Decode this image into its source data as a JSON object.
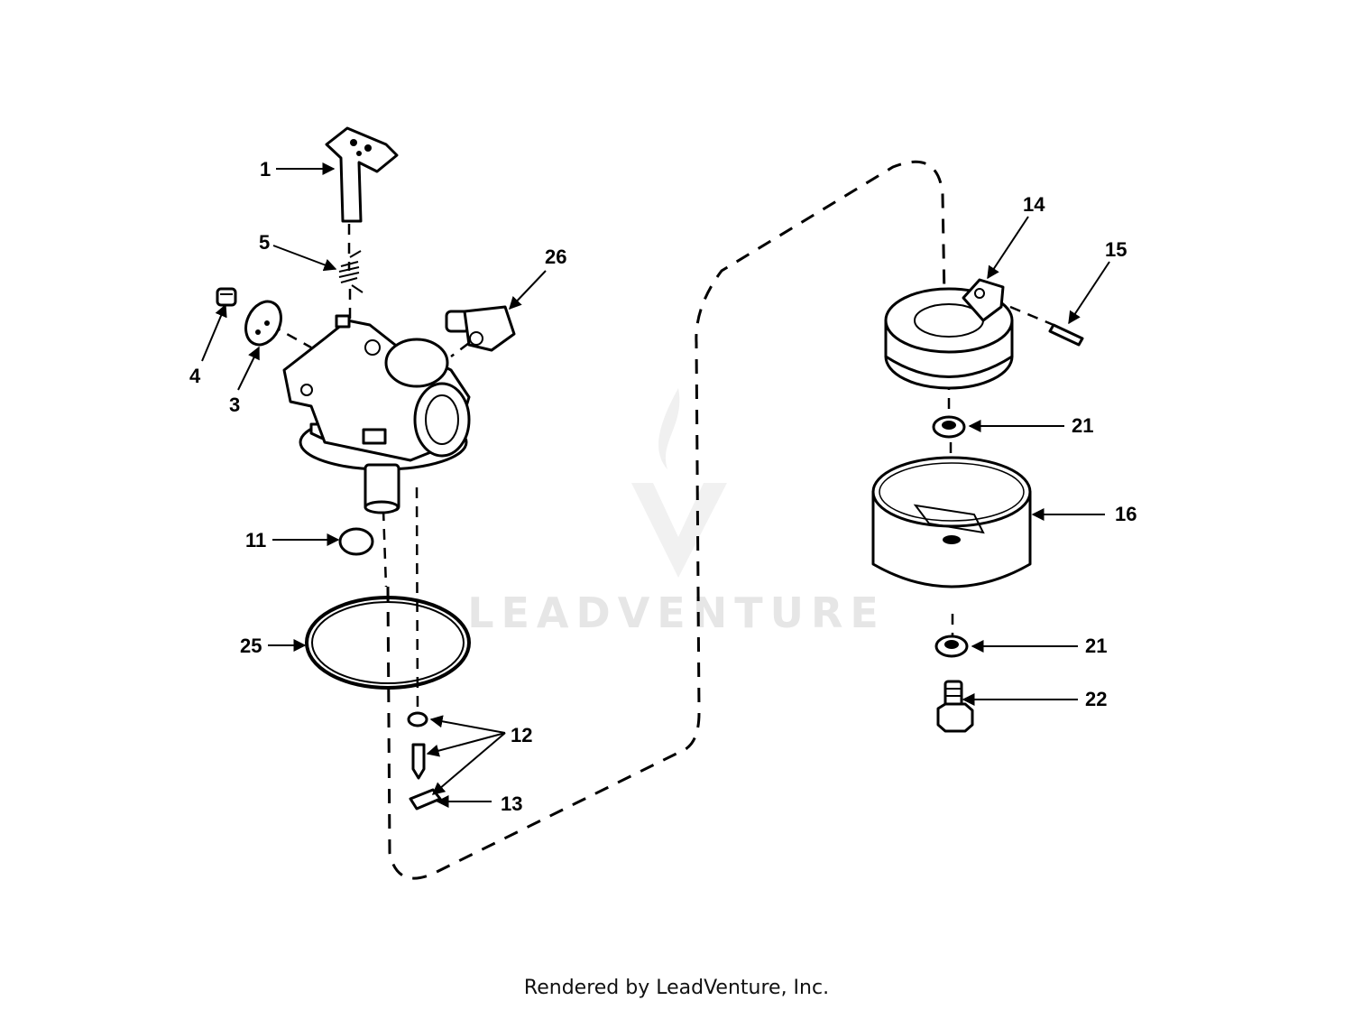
{
  "watermark": {
    "text": "LEADVENTURE"
  },
  "footer": {
    "text": "Rendered by LeadVenture, Inc."
  },
  "callouts": {
    "c1": "1",
    "c3": "3",
    "c4": "4",
    "c5": "5",
    "c11": "11",
    "c12": "12",
    "c13": "13",
    "c14": "14",
    "c15": "15",
    "c16": "16",
    "c21a": "21",
    "c21b": "21",
    "c22": "22",
    "c25": "25",
    "c26": "26"
  }
}
